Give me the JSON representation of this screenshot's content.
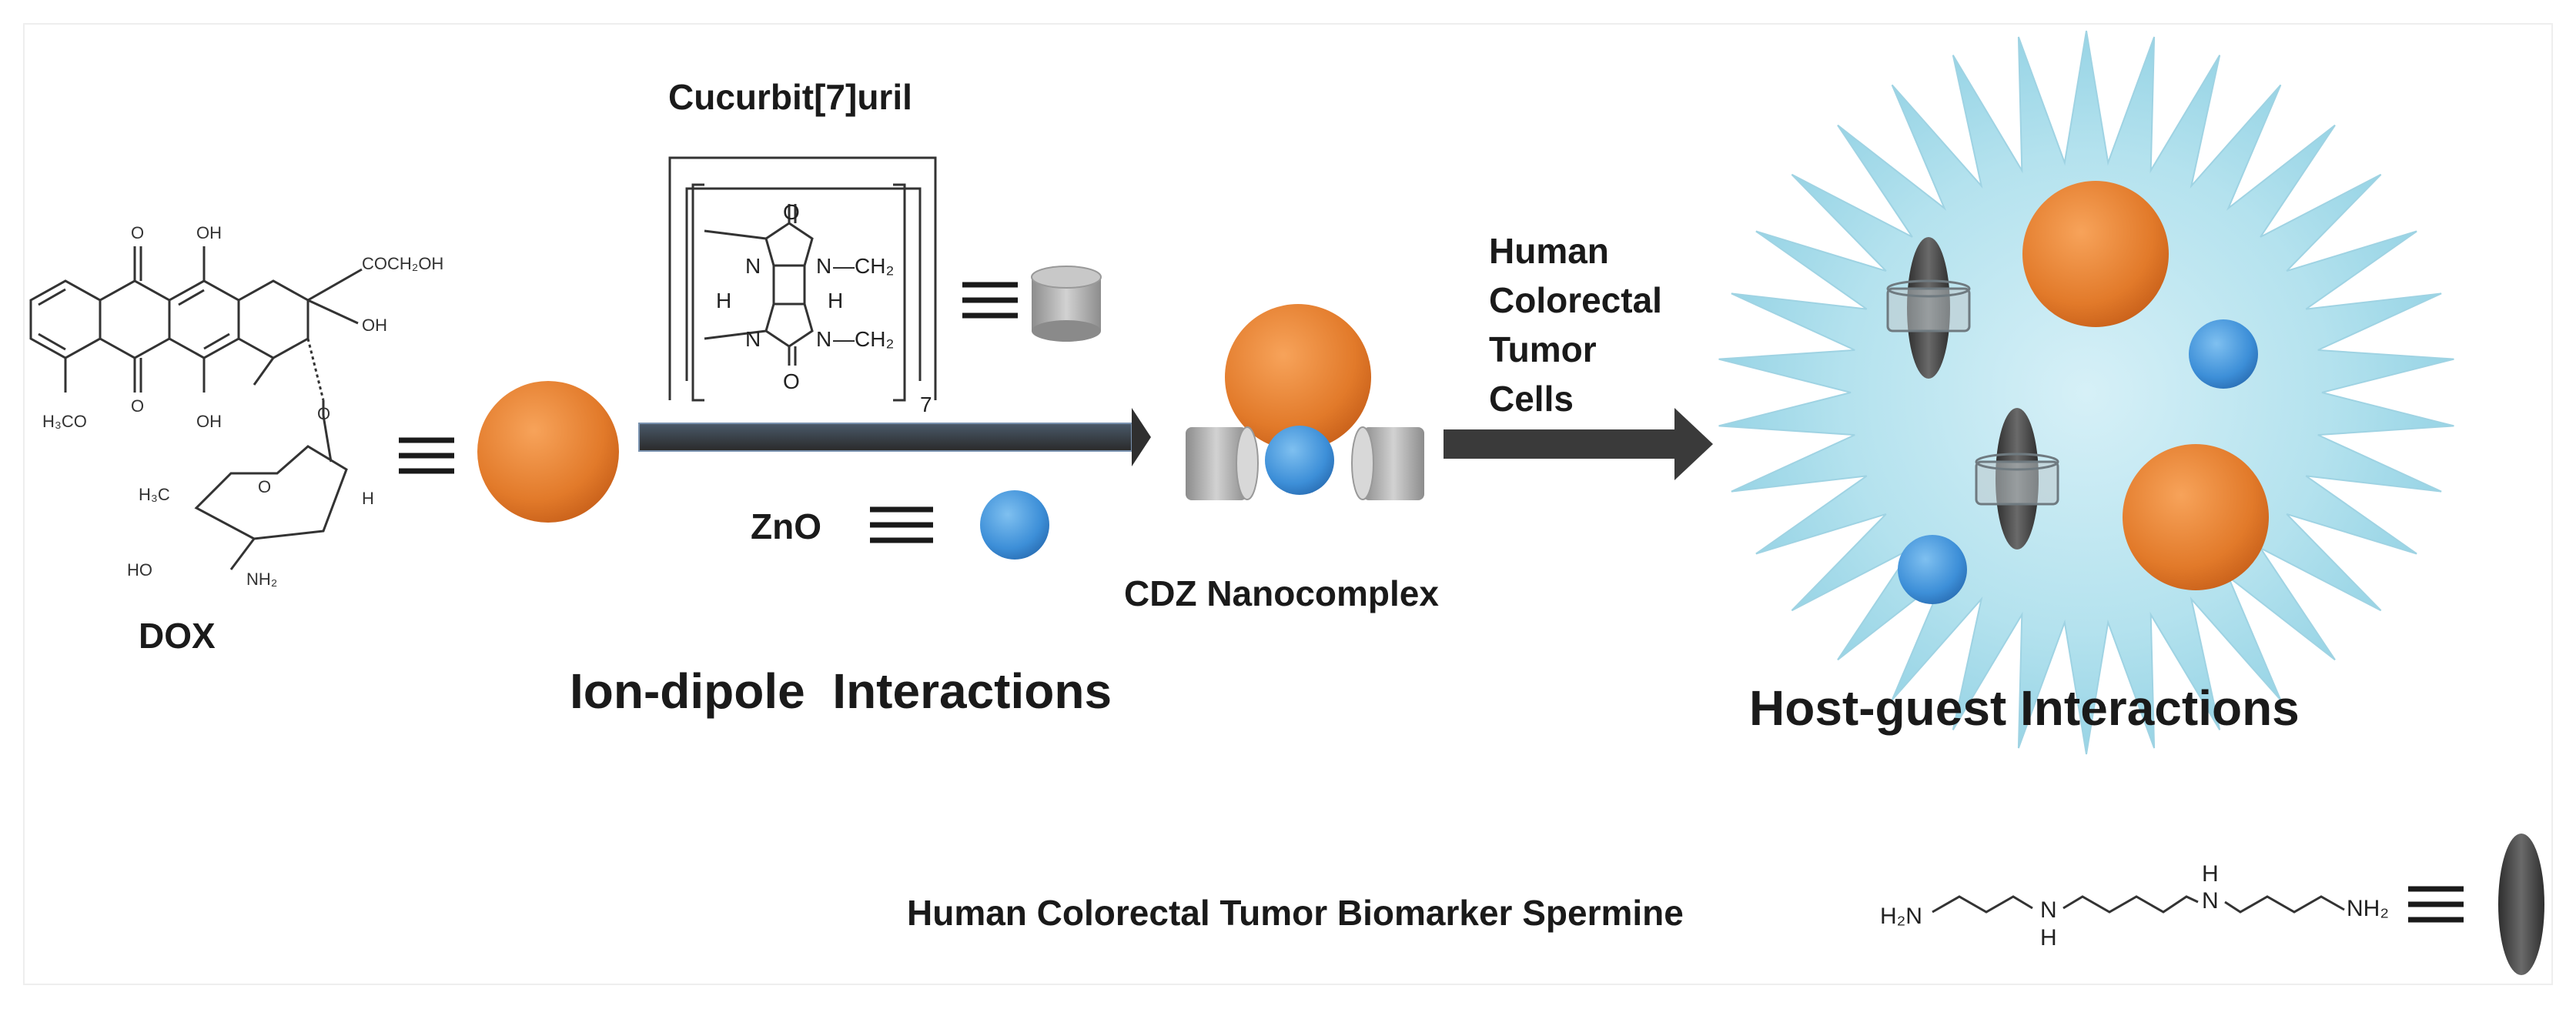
{
  "labels": {
    "dox": "DOX",
    "cucurbituril": "Cucurbit[7]uril",
    "zno": "ZnO",
    "ion_dipole": "Ion-dipole  Interactions",
    "cdz": "CDZ Nanocomplex",
    "cells": [
      "Human",
      "Colorectal",
      "Tumor",
      "Cells"
    ],
    "host_guest": "Host-guest Interactions",
    "spermine": "Human Colorectal Tumor Biomarker Spermine"
  },
  "dox_structure": {
    "o_top": "O",
    "oh_1": "OH",
    "cooh": "COCH₂OH",
    "oh_2": "OH",
    "h3co": "H₃CO",
    "o_bottom": "O",
    "oh_3": "OH",
    "o_ring": "O",
    "h3c": "H₃C",
    "o_sugar": "O",
    "h": "H",
    "ho": "HO",
    "nh2": "NH₂"
  },
  "cb7_structure": {
    "o_top": "O",
    "n1": "N",
    "n2": "N",
    "ch2_top": "—CH₂",
    "h1": "H",
    "h2": "H",
    "n3": "N",
    "n4": "N",
    "ch2_bottom": "—CH₂",
    "o_bottom": "O",
    "subscript": "7"
  },
  "spermine_structure": {
    "h2n": "H₂N",
    "h_top": "H",
    "n_top": "N",
    "n_bottom": "N",
    "h_bottom": "H",
    "nh2": "NH₂"
  },
  "colors": {
    "dox_orange": "#e07a2c",
    "zno_blue": "#3f8fd6",
    "arrow": "#3a3a3a",
    "cell_blue": "#a9dcea",
    "cylinder_gray": "#a9a9a9",
    "spermine_dark": "#4a4a4a"
  },
  "icons": [
    "equivalence-icon",
    "arrow-icon"
  ]
}
